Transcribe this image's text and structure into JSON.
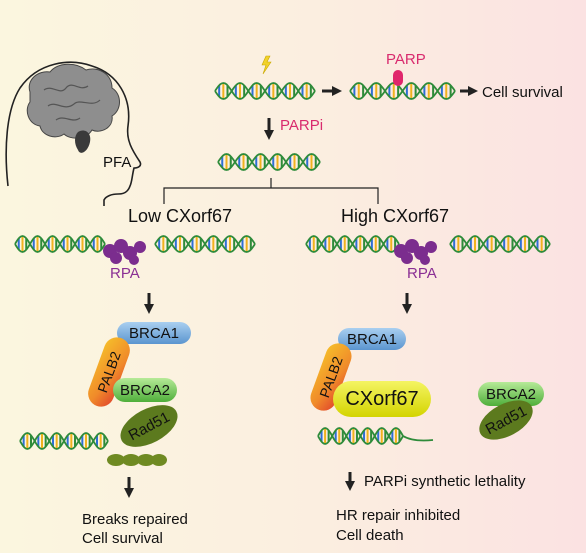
{
  "figure": {
    "top_row": {
      "parp_label": "PARP",
      "result_label": "Cell survival",
      "treatment_label": "PARPi",
      "brain_label": "PFA"
    },
    "left_branch": {
      "heading": "Low CXorf67",
      "rpa_label": "RPA",
      "proteins": [
        "BRCA1",
        "PALB2",
        "BRCA2",
        "Rad51"
      ],
      "outcome_line1": "Breaks repaired",
      "outcome_line2": "Cell survival"
    },
    "right_branch": {
      "heading": "High CXorf67",
      "rpa_label": "RPA",
      "proteins": [
        "BRCA1",
        "PALB2",
        "CXorf67",
        "BRCA2",
        "Rad51"
      ],
      "lethality_label": "PARPi synthetic lethality",
      "outcome_line1": "HR repair inhibited",
      "outcome_line2": "Cell death"
    },
    "colors": {
      "dna_backbone": "#2e8b3a",
      "parp": "#e0266c",
      "rpa": "#7b2d8e",
      "brca1": "#6fa8dc",
      "palb2": "#f09a2a",
      "brca2": "#7ccf5a",
      "rad51": "#5c7a1e",
      "cxorf67": "#e6e600"
    }
  }
}
